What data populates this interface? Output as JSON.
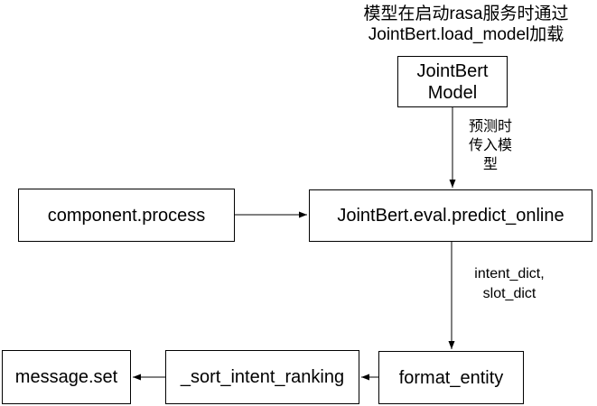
{
  "diagram": {
    "top_note": "模型在启动rasa服务时通过\nJointBert.load_model加载",
    "nodes": {
      "jointbert_model": {
        "label": "JointBert\nModel"
      },
      "component_process": {
        "label": "component.process"
      },
      "predict_online": {
        "label": "JointBert.eval.predict_online"
      },
      "format_entity": {
        "label": "format_entity"
      },
      "sort_intent_ranking": {
        "label": "_sort_intent_ranking"
      },
      "message_set": {
        "label": "message.set"
      }
    },
    "edges": [
      {
        "from": "jointbert_model",
        "to": "predict_online",
        "label": "预测时\n传入模\n型"
      },
      {
        "from": "component_process",
        "to": "predict_online",
        "label": ""
      },
      {
        "from": "predict_online",
        "to": "format_entity",
        "label": "intent_dict,\nslot_dict"
      },
      {
        "from": "format_entity",
        "to": "sort_intent_ranking",
        "label": ""
      },
      {
        "from": "sort_intent_ranking",
        "to": "message_set",
        "label": ""
      }
    ],
    "colors": {
      "stroke": "#000000",
      "text": "#000000",
      "background": "#ffffff"
    }
  }
}
